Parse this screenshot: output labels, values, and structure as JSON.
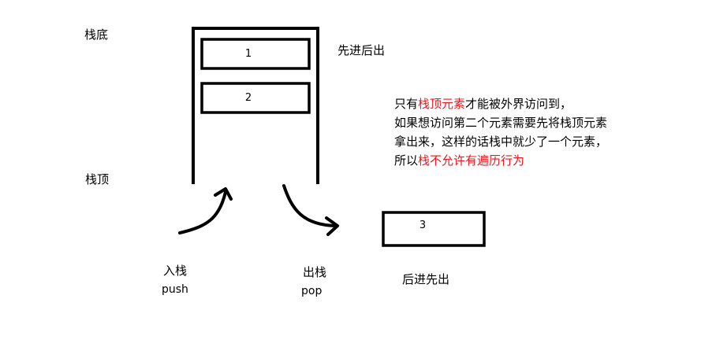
{
  "labels": {
    "stack_bottom": "栈底",
    "stack_top": "栈顶",
    "fifo": "先进后出",
    "lifo": "后进先出",
    "push_cn": "入栈",
    "push_en": "push",
    "pop_cn": "出栈",
    "pop_en": "pop"
  },
  "boxes": {
    "box1": "1",
    "box2": "2",
    "box3": "3"
  },
  "description": {
    "line1_prefix": "只有",
    "line1_highlight": "栈顶元素",
    "line1_suffix": "才能被外界访问到，",
    "line2": "如果想访问第二个元素需要先将栈顶元素",
    "line3": "拿出来，这样的话栈中就少了一个元素，",
    "line4_prefix": "所以",
    "line4_highlight": "栈不允许有遍历行为"
  },
  "colors": {
    "highlight": "#e8191f",
    "stroke": "#000000"
  }
}
